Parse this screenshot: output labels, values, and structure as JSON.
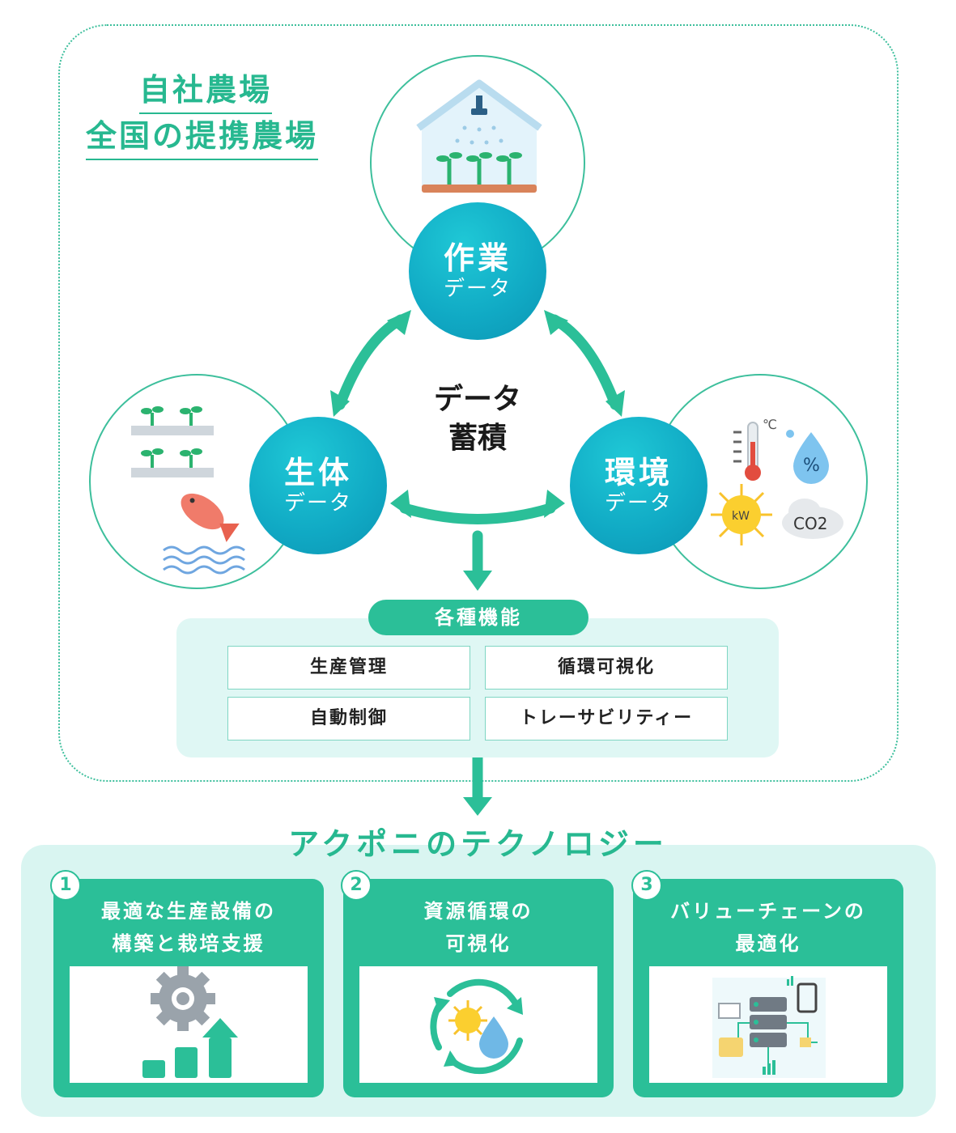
{
  "farm_labels": {
    "line1": "自社農場",
    "line2": "全国の提携農場"
  },
  "nodes": {
    "work": {
      "title": "作業",
      "sub": "データ"
    },
    "bio": {
      "title": "生体",
      "sub": "データ"
    },
    "env": {
      "title": "環境",
      "sub": "データ"
    }
  },
  "center": {
    "line1": "データ",
    "line2": "蓄積"
  },
  "env_icons": {
    "celsius": "℃",
    "percent": "%",
    "kw": "kW",
    "co2": "CO2"
  },
  "functions": {
    "header": "各種機能",
    "items": [
      "生産管理",
      "循環可視化",
      "自動制御",
      "トレーサビリティー"
    ]
  },
  "technology": {
    "title": "アクポニのテクノロジー",
    "cards": [
      {
        "num": "1",
        "line1": "最適な生産設備の",
        "line2": "構築と栽培支援",
        "icon": "gear-growth-icon"
      },
      {
        "num": "2",
        "line1": "資源循環の",
        "line2": "可視化",
        "icon": "sun-water-cycle-icon"
      },
      {
        "num": "3",
        "line1": "バリューチェーンの",
        "line2": "最適化",
        "icon": "server-network-icon"
      }
    ]
  },
  "colors": {
    "accent": "#27b890",
    "node": "#10a9c4",
    "panel": "#dff7f4"
  }
}
